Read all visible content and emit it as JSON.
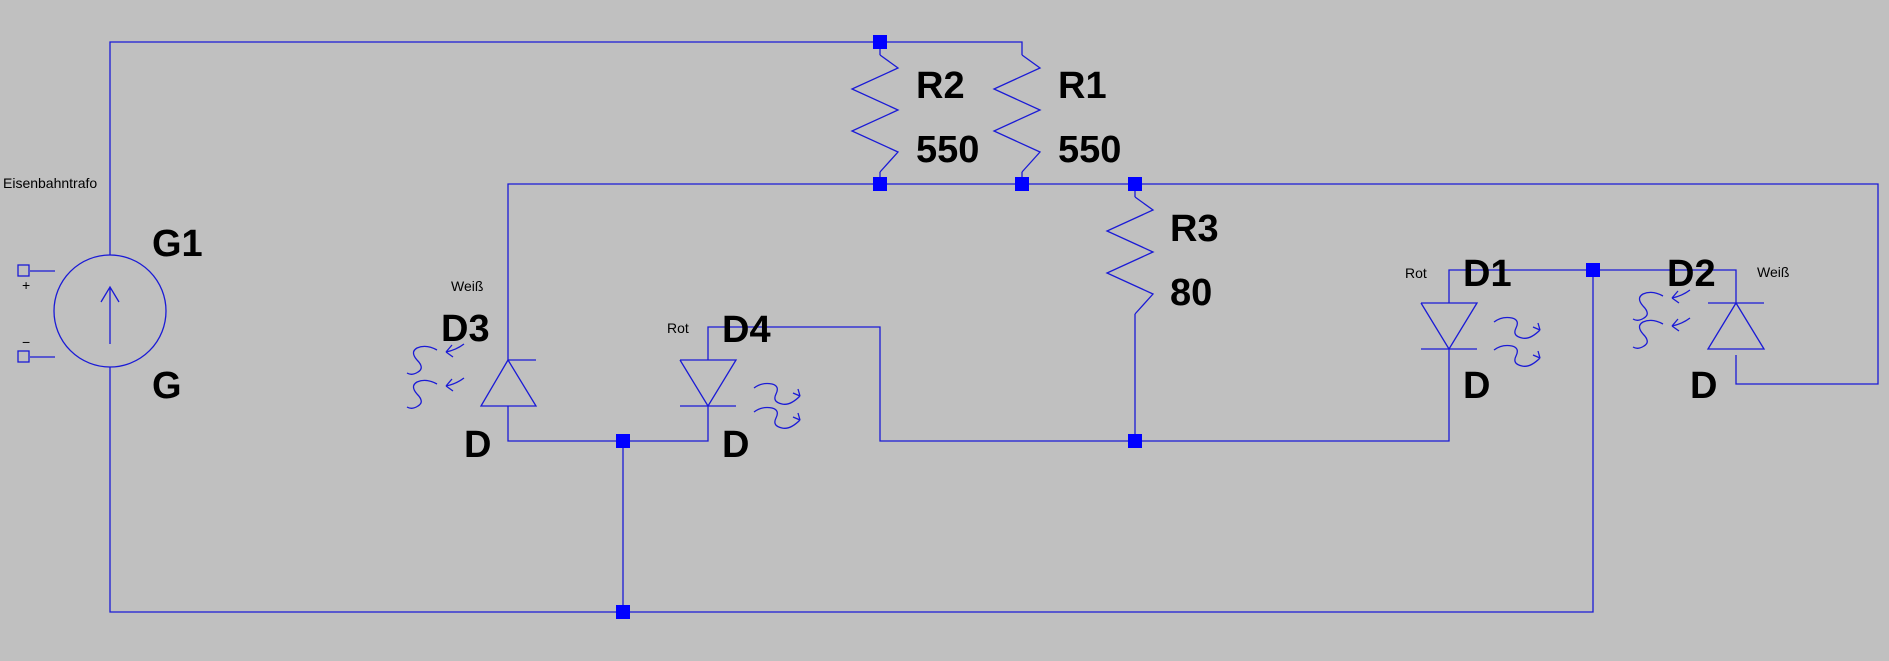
{
  "colors": {
    "background": "#c0c0c0",
    "wire": "#1a1ad6",
    "junction": "#0000ff",
    "text": "#000000"
  },
  "source": {
    "ref": "G1",
    "value": "G",
    "label": "Eisenbahntrafo",
    "plus": "+",
    "minus": "−"
  },
  "resistors": [
    {
      "ref": "R2",
      "value": "550"
    },
    {
      "ref": "R1",
      "value": "550"
    },
    {
      "ref": "R3",
      "value": "80"
    }
  ],
  "diodes": [
    {
      "ref": "D3",
      "value": "D",
      "label": "Weiß"
    },
    {
      "ref": "D4",
      "value": "D",
      "label": "Rot"
    },
    {
      "ref": "D1",
      "value": "D",
      "label": "Rot"
    },
    {
      "ref": "D2",
      "value": "D",
      "label": "Weiß"
    }
  ]
}
